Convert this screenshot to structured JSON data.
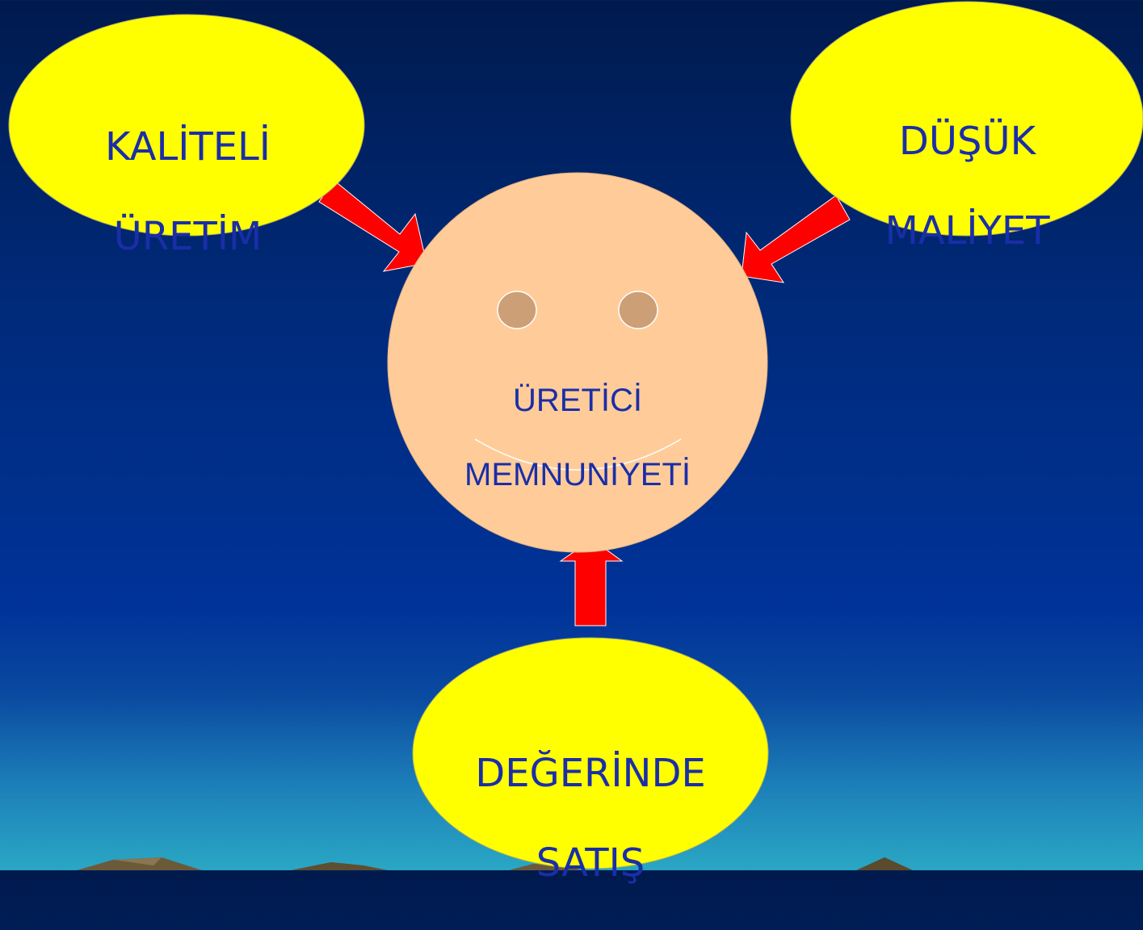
{
  "center": {
    "line1": "ÜRETİCİ",
    "line2": "MEMNUNİYETİ"
  },
  "nodes": {
    "top_left": {
      "line1": "KALİTELİ",
      "line2": "ÜRETİM"
    },
    "top_right": {
      "line1": "DÜŞÜK",
      "line2": "MALİYET"
    },
    "bottom": {
      "line1": "DEĞERİNDE",
      "line2": "SATIŞ"
    }
  },
  "colors": {
    "node_fill": "#ffff00",
    "center_fill": "#ffcc99",
    "arrow_fill": "#ff0000",
    "text": "#1a2ea8"
  }
}
